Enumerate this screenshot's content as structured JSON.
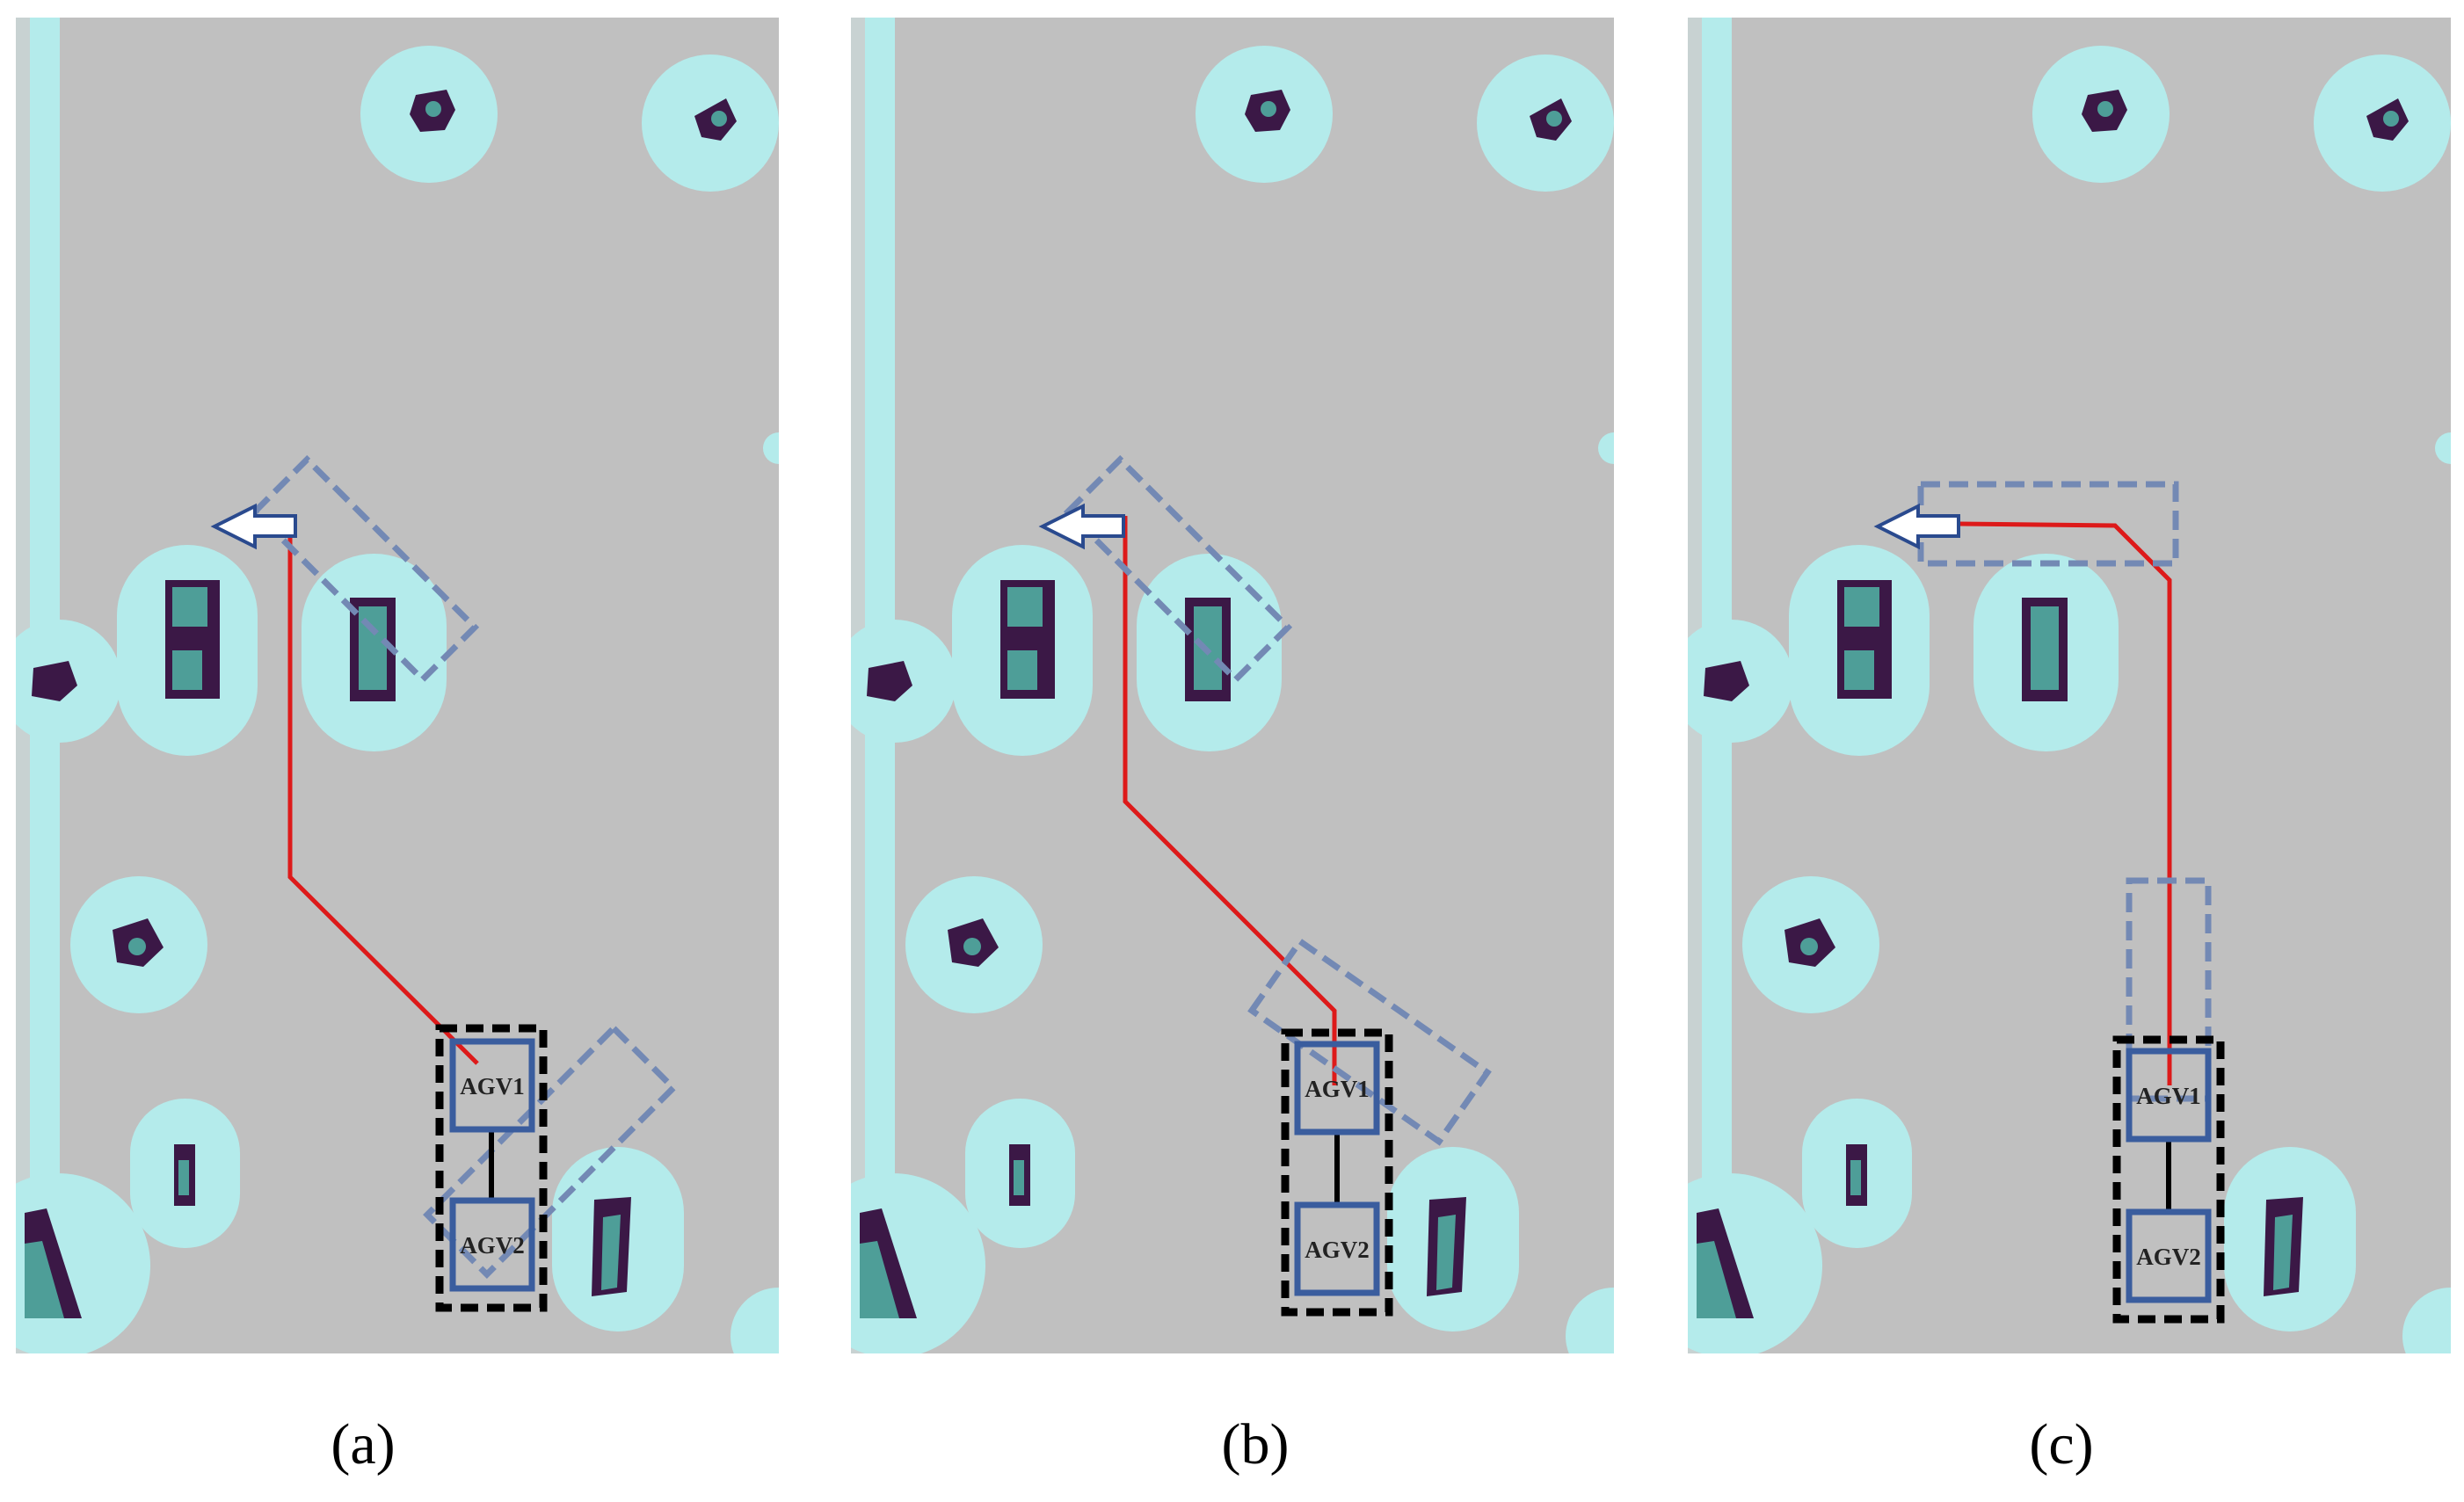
{
  "panels": [
    {
      "caption": "(a)",
      "agv1_label": "AGV1",
      "agv2_label": "AGV2"
    },
    {
      "caption": "(b)",
      "agv1_label": "AGV1",
      "agv2_label": "AGV2"
    },
    {
      "caption": "(c)",
      "agv1_label": "AGV1",
      "agv2_label": "AGV2"
    }
  ],
  "colors": {
    "free_space": "#c0c0c0",
    "inflation": "#b4ebeb",
    "obstacle_dark": "#3b1846",
    "obstacle_teal": "#4e9e98",
    "path": "#dd1a1a",
    "agv_box": "#3a5d9e",
    "footprint_dashed": "#7389b4",
    "formation_frame": "#000000",
    "arrow": "#2a4a8e"
  }
}
